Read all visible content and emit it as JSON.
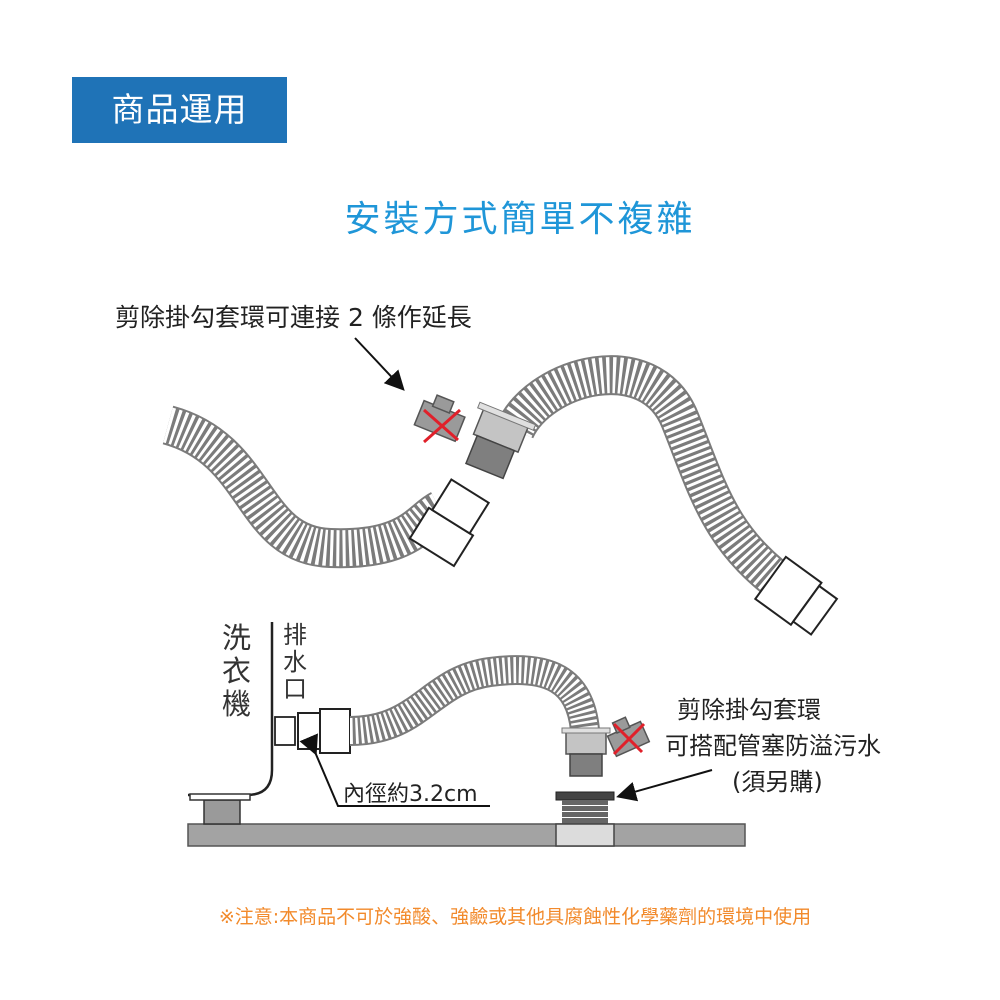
{
  "badge": {
    "label": "商品運用",
    "color": "#1f73b7"
  },
  "headline": {
    "text": "安裝方式簡單不複雜",
    "color": "#1f96d8"
  },
  "annotations": {
    "extend_note": "剪除掛勾套環可連接 2 條作延長",
    "washer_label": "洗衣機",
    "outlet_label": "排水口",
    "diameter_label": "內徑約3.2cm",
    "plug_note_line1": "剪除掛勾套環",
    "plug_note_line2": "可搭配管塞防溢污水",
    "plug_note_line3": "(須另購)"
  },
  "warning": {
    "text": "※注意:本商品不可於強酸、強鹼或其他具腐蝕性化學藥劑的環境中使用",
    "color": "#f28a2b"
  },
  "colors": {
    "hose": "#8a8a8a",
    "connector": "#bdbdbd",
    "floor": "#a3a3a3",
    "cross": "#e0202a"
  }
}
